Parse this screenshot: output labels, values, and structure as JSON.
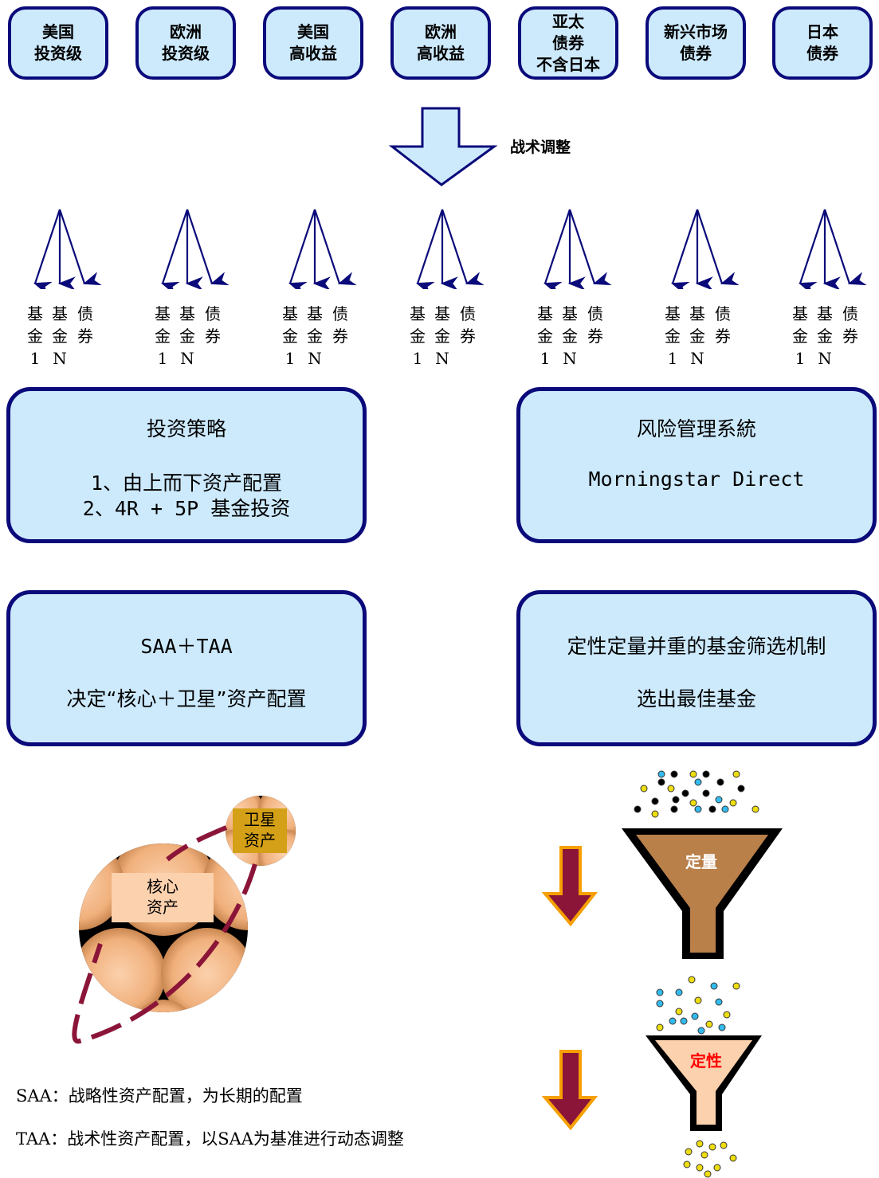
{
  "markets": [
    {
      "label": "美国\n投资级"
    },
    {
      "label": "欧洲\n投资级"
    },
    {
      "label": "美国\n高收益"
    },
    {
      "label": "欧洲\n高收益"
    },
    {
      "label": "亚太\n债券\n不含日本"
    },
    {
      "label": "新兴市场\n债券"
    },
    {
      "label": "日本\n债券"
    }
  ],
  "tactical_label": "战术调整",
  "fund_labels": {
    "fund1": "基\n金\n1",
    "fundN": "基\n金\nN",
    "bond": "债\n券"
  },
  "boxes": {
    "strategy": {
      "title": "投资策略",
      "line1": "1、由上而下资产配置",
      "line2": "2、4R + 5P 基金投资"
    },
    "risk": {
      "title": "风险管理系統",
      "line1": "Morningstar Direct"
    },
    "saa_taa": {
      "title": "SAA＋TAA",
      "line1": "决定“核心＋卫星”资产配置"
    },
    "screening": {
      "title": "定性定量并重的基金筛选机制",
      "line1": "选出最佳基金"
    }
  },
  "satellite_label": "卫星\n资产",
  "core_label": "核心\n资产",
  "funnel_quant_label": "定量",
  "funnel_qual_label": "定性",
  "notes": {
    "saa": "SAA：战略性资产配置，为长期的配置",
    "taa": "TAA：战术性资产配置，以SAA为基准进行动态调整"
  },
  "colors": {
    "box_fill": "#cdeafd",
    "box_border": "#0a0a7a",
    "arrow_red": "#8b1538",
    "arrow_orange": "#f5a000",
    "funnel_quant": "#b9804a",
    "funnel_qual": "#fcd1ad",
    "satellite_box": "#d4a017",
    "qual_text": "#ff0000",
    "orbit": "#8b1538"
  }
}
